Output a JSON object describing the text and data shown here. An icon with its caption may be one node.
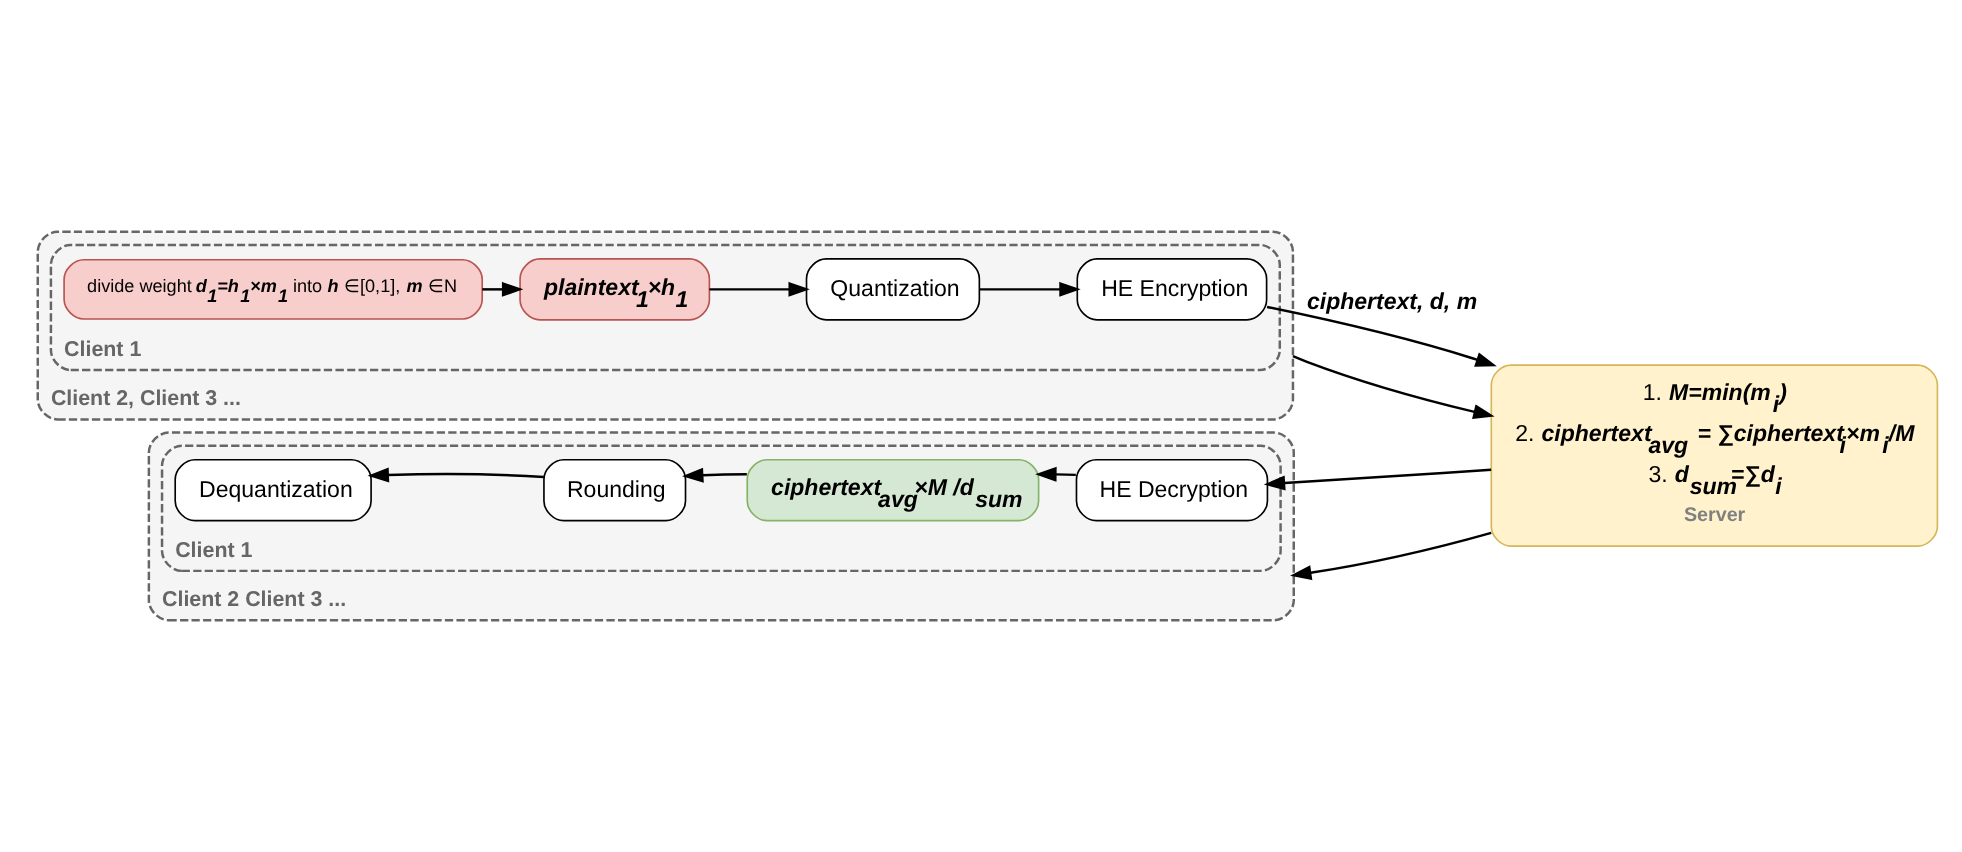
{
  "diagram": {
    "nodes": [
      {
        "text": [
          "Client 2, Client 3 ..."
        ]
      },
      {
        "text": [
          "Client 1"
        ],
        "in": 0
      },
      {
        "text": [
          "divide weight **d$_{1}$=h$_{1}$×m$_{1}$** into **h** ∈[0,1], **m** ∈N"
        ],
        "in": 1
      },
      {
        "text": [
          "plaintext$_{1}$×h$_{1}$"
        ],
        "in": 1
      },
      {
        "text": [
          "Quantization"
        ],
        "in": 1
      },
      {
        "text": [
          "HE Encryption"
        ],
        "in": 1
      },
      {
        "text": [
          "1. **M=min(m$_{i}$)**",
          "2. **ciphertext$_{avg}$ = ∑ciphertext$_{i}$×m$_{i}$/M**",
          "3. **d$_{sum}$=∑d$_{i}$**",
          "Server"
        ]
      },
      {
        "text": [
          "Client 2 Client 3 ..."
        ]
      },
      {
        "text": [
          "Client 1"
        ],
        "in": 7
      },
      {
        "text": [
          "Dequantization"
        ],
        "in": 8
      },
      {
        "text": [
          "Rounding"
        ],
        "in": 8
      },
      {
        "text": [
          "ciphertext$_{avg}$×M /d$_{sum}$"
        ],
        "in": 8
      },
      {
        "text": [
          "HE Decryption"
        ],
        "in": 8
      }
    ],
    "edges": [
      {
        "from": 2,
        "to": 3,
        "arrow": "to"
      },
      {
        "from": 3,
        "to": 4,
        "arrow": "to"
      },
      {
        "from": 4,
        "to": 5,
        "arrow": "to"
      },
      {
        "from": 5,
        "to": 6,
        "arrow": "to",
        "label": "ciphertext, d, m"
      },
      {
        "from": 0,
        "to": 6,
        "arrow": "to"
      },
      {
        "from": 6,
        "to": 12,
        "arrow": "to"
      },
      {
        "from": 6,
        "to": 7,
        "arrow": "to"
      },
      {
        "from": 12,
        "to": 11,
        "arrow": "to"
      },
      {
        "from": 11,
        "to": 10,
        "arrow": "to"
      },
      {
        "from": 10,
        "to": 9,
        "arrow": "to"
      }
    ]
  }
}
